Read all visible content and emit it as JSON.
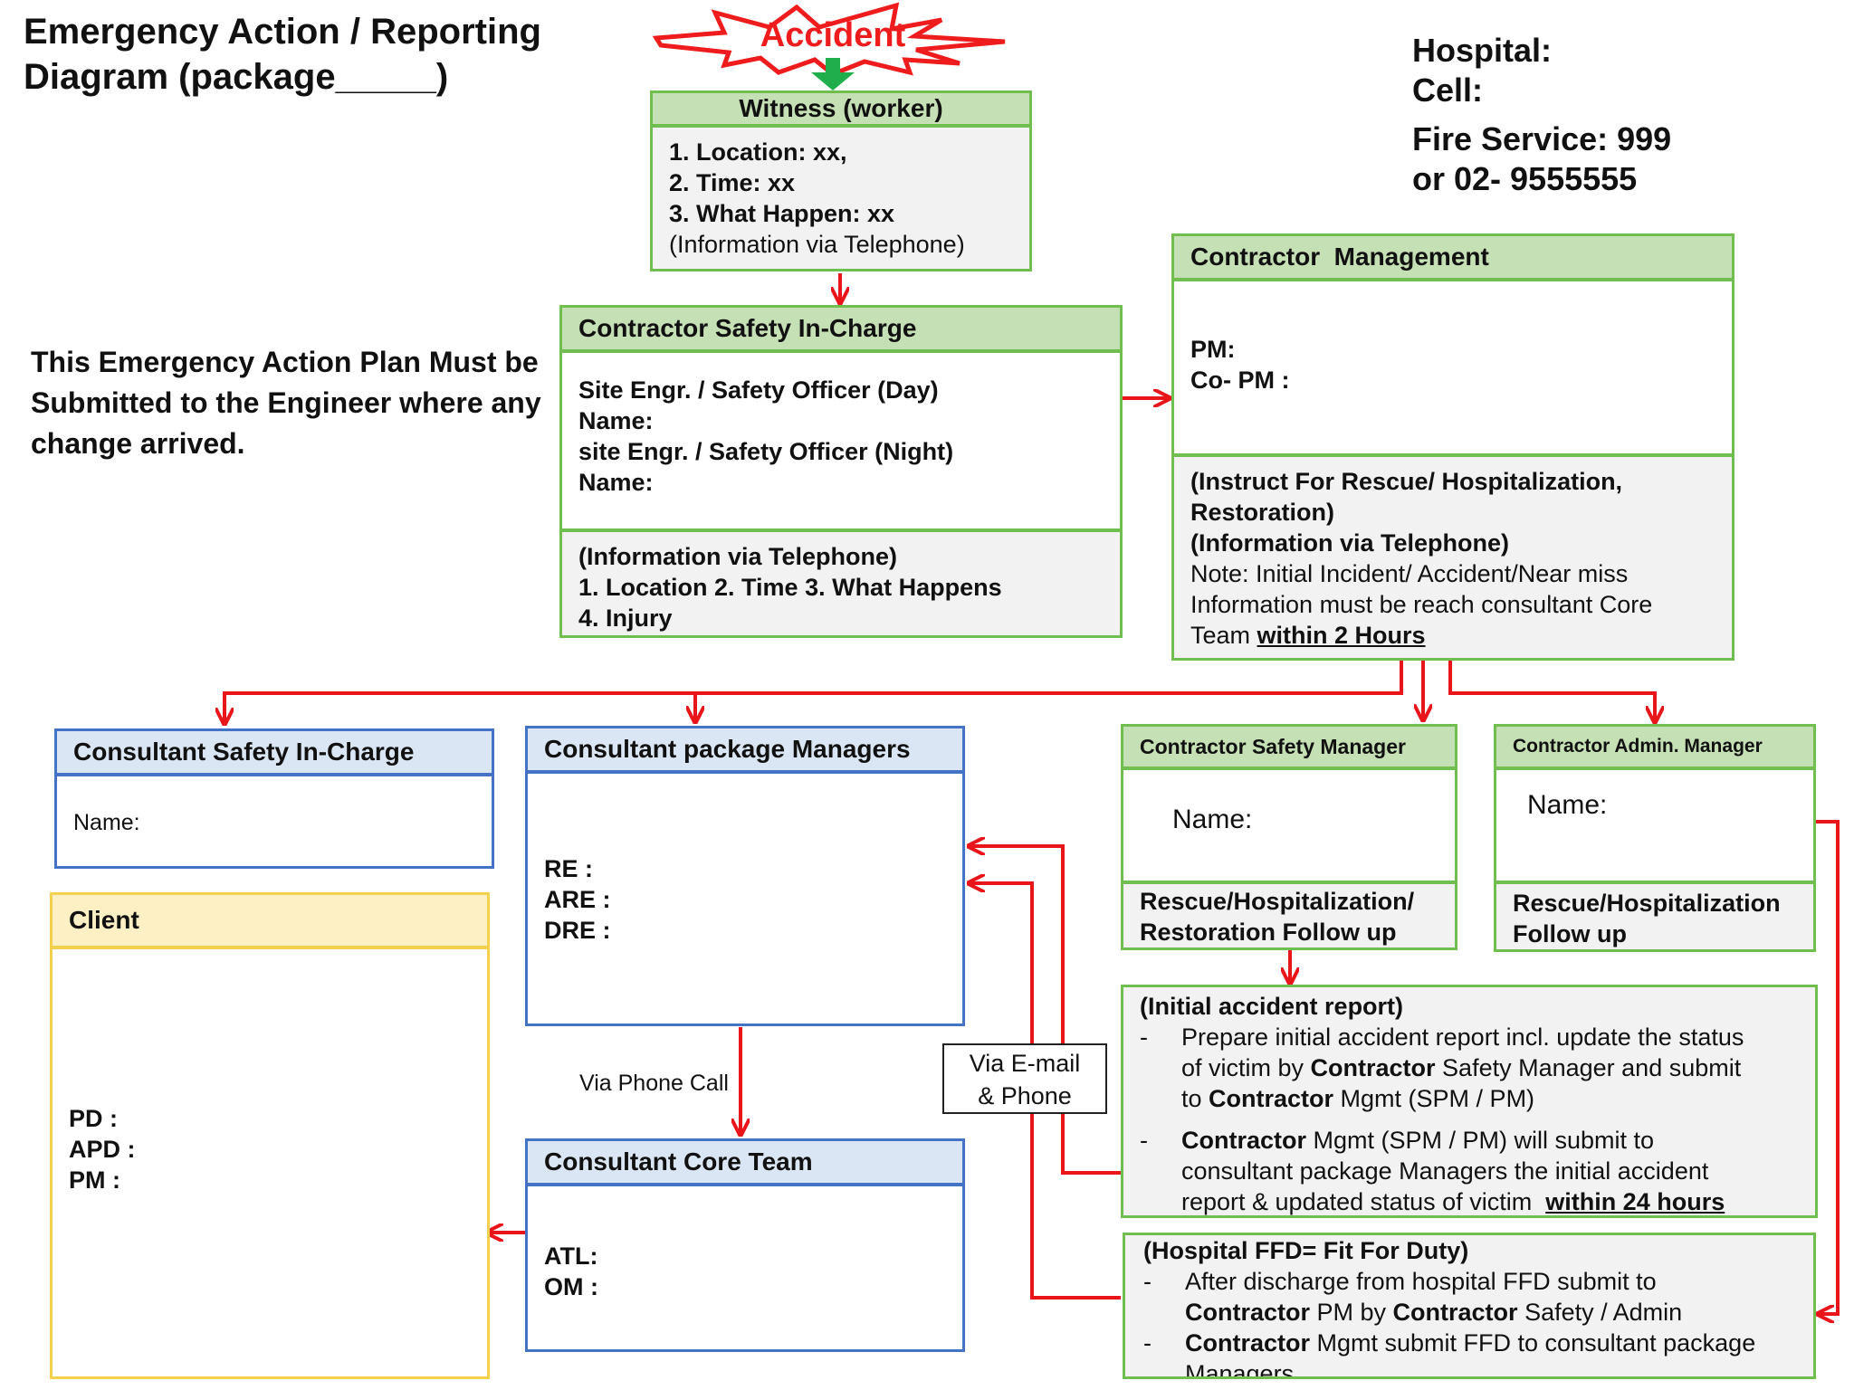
{
  "title": {
    "line1": "Emergency Action / Reporting",
    "line2": "Diagram (package_____)"
  },
  "accident_label": "Accident",
  "contacts": {
    "hospital": "Hospital:",
    "cell": "Cell:",
    "fire1": "Fire Service: 999",
    "fire2": "or 02- 9555555"
  },
  "left_note": "This Emergency Action Plan Must be Submitted to the Engineer where any change arrived.",
  "witness": {
    "header": "Witness (worker)",
    "items": [
      "1. Location: xx,",
      "2. Time: xx",
      "3. What Happen: xx"
    ],
    "note": "(Information via Telephone)"
  },
  "safety_incharge": {
    "header": "Contractor Safety In-Charge",
    "lines": [
      "Site Engr. / Safety Officer (Day)",
      "Name:",
      "site Engr. / Safety Officer (Night)",
      "Name:"
    ],
    "info": [
      "(Information via Telephone)",
      "1. Location 2. Time 3. What Happens",
      "4. Injury"
    ]
  },
  "contractor_mgmt": {
    "header": "Contractor  Management",
    "pm": "PM:",
    "copm": "Co- PM :",
    "instr1": "(Instruct For Rescue/ Hospitalization,",
    "instr2": "Restoration)",
    "instr3": "(Information via Telephone)",
    "note1": "Note: Initial Incident/ Accident/Near miss",
    "note2": "Information must be reach consultant Core",
    "note3_pre": "Team ",
    "note3_u": "within 2 Hours"
  },
  "consultant_safety": {
    "header": "Consultant Safety In-Charge",
    "name": "Name:"
  },
  "consultant_pkg": {
    "header": "Consultant package Managers",
    "lines": [
      "RE :",
      "ARE :",
      "DRE :"
    ]
  },
  "client": {
    "header": "Client",
    "lines": [
      "PD :",
      "APD :",
      "PM :"
    ]
  },
  "core_team": {
    "header": "Consultant Core Team",
    "lines": [
      "ATL:",
      "OM :"
    ]
  },
  "via_phone": "Via Phone Call",
  "via_email": {
    "line1": "Via E-mail",
    "line2": "& Phone"
  },
  "safety_manager": {
    "header": "Contractor Safety Manager",
    "name": "Name:",
    "follow1": "Rescue/Hospitalization/",
    "follow2": "Restoration Follow up"
  },
  "admin_manager": {
    "header": "Contractor Admin. Manager",
    "name": "Name:",
    "follow1": "Rescue/Hospitalization",
    "follow2": "Follow up"
  },
  "initial_report": {
    "title": "(Initial accident report)",
    "dash": "-",
    "b1": {
      "l1": "Prepare initial accident report incl. update the status",
      "l2_pre": "of victim by ",
      "l2_bold": "Contractor",
      "l2_post": " Safety Manager and submit",
      "l3_pre": "to ",
      "l3_bold": "Contractor",
      "l3_post": " Mgmt (SPM / PM)"
    },
    "b2": {
      "l1_bold": "Contractor",
      "l1_post": " Mgmt (SPM / PM) will submit to",
      "l2": "consultant package Managers the initial accident",
      "l3_pre": "report & updated status of victim  ",
      "l3_u": "within 24 hours"
    }
  },
  "ffd": {
    "title": "(Hospital FFD= Fit For Duty)",
    "dash": "-",
    "b1": {
      "l1": "After discharge from hospital FFD submit to",
      "l2_bold1": "Contractor",
      "l2_mid": " PM by ",
      "l2_bold2": "Contractor",
      "l2_post": " Safety / Admin"
    },
    "b2": {
      "l1_bold": "Contractor",
      "l1_post": " Mgmt submit FFD to consultant package",
      "l2": "Managers"
    }
  },
  "colors": {
    "arrow": "#e8161b",
    "green_arrow": "#1fae4b",
    "green_border": "#6fbe4f",
    "blue_border": "#4472c4",
    "yellow_border": "#f3d14f"
  }
}
